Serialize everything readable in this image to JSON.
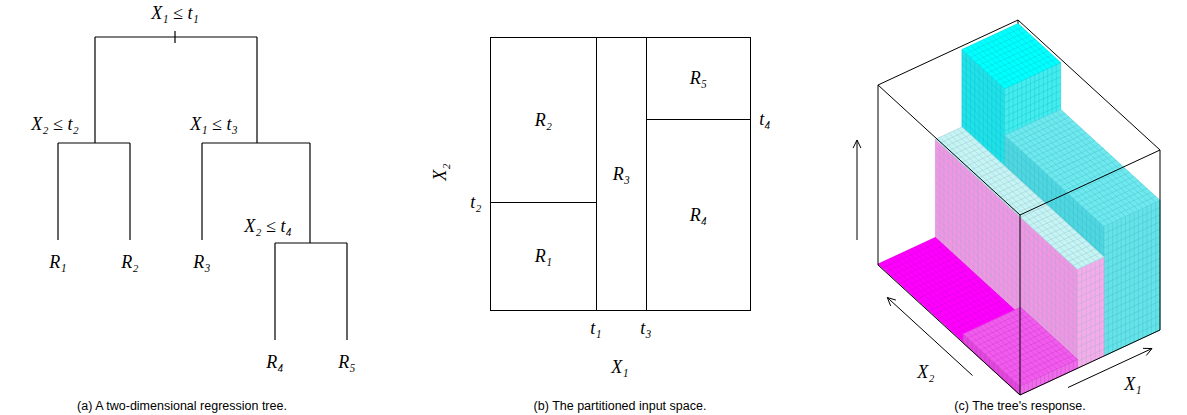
{
  "diagram": {
    "nodes": [
      {
        "text": [
          "R₂"
        ]
      },
      {
        "text": [
          "R₁"
        ]
      },
      {
        "text": [
          "R₃"
        ]
      },
      {
        "text": [
          "R₅"
        ]
      },
      {
        "text": [
          "R₄"
        ]
      }
    ],
    "labels": [
      "X₁ ≤ t₁",
      "X₂ ≤ t₂",
      "X₁ ≤ t₃",
      "R₁",
      "R₂",
      "R₃",
      "X₂ ≤ t₄",
      "R₄",
      "R₅",
      "(a) A two-dimensional regression tree.",
      "X₂",
      "t₂",
      "t₄",
      "t₁",
      "t₃",
      "X₁",
      "(b) The partitioned input space.",
      "X₂",
      "X₁",
      "(c) The tree's response."
    ]
  }
}
